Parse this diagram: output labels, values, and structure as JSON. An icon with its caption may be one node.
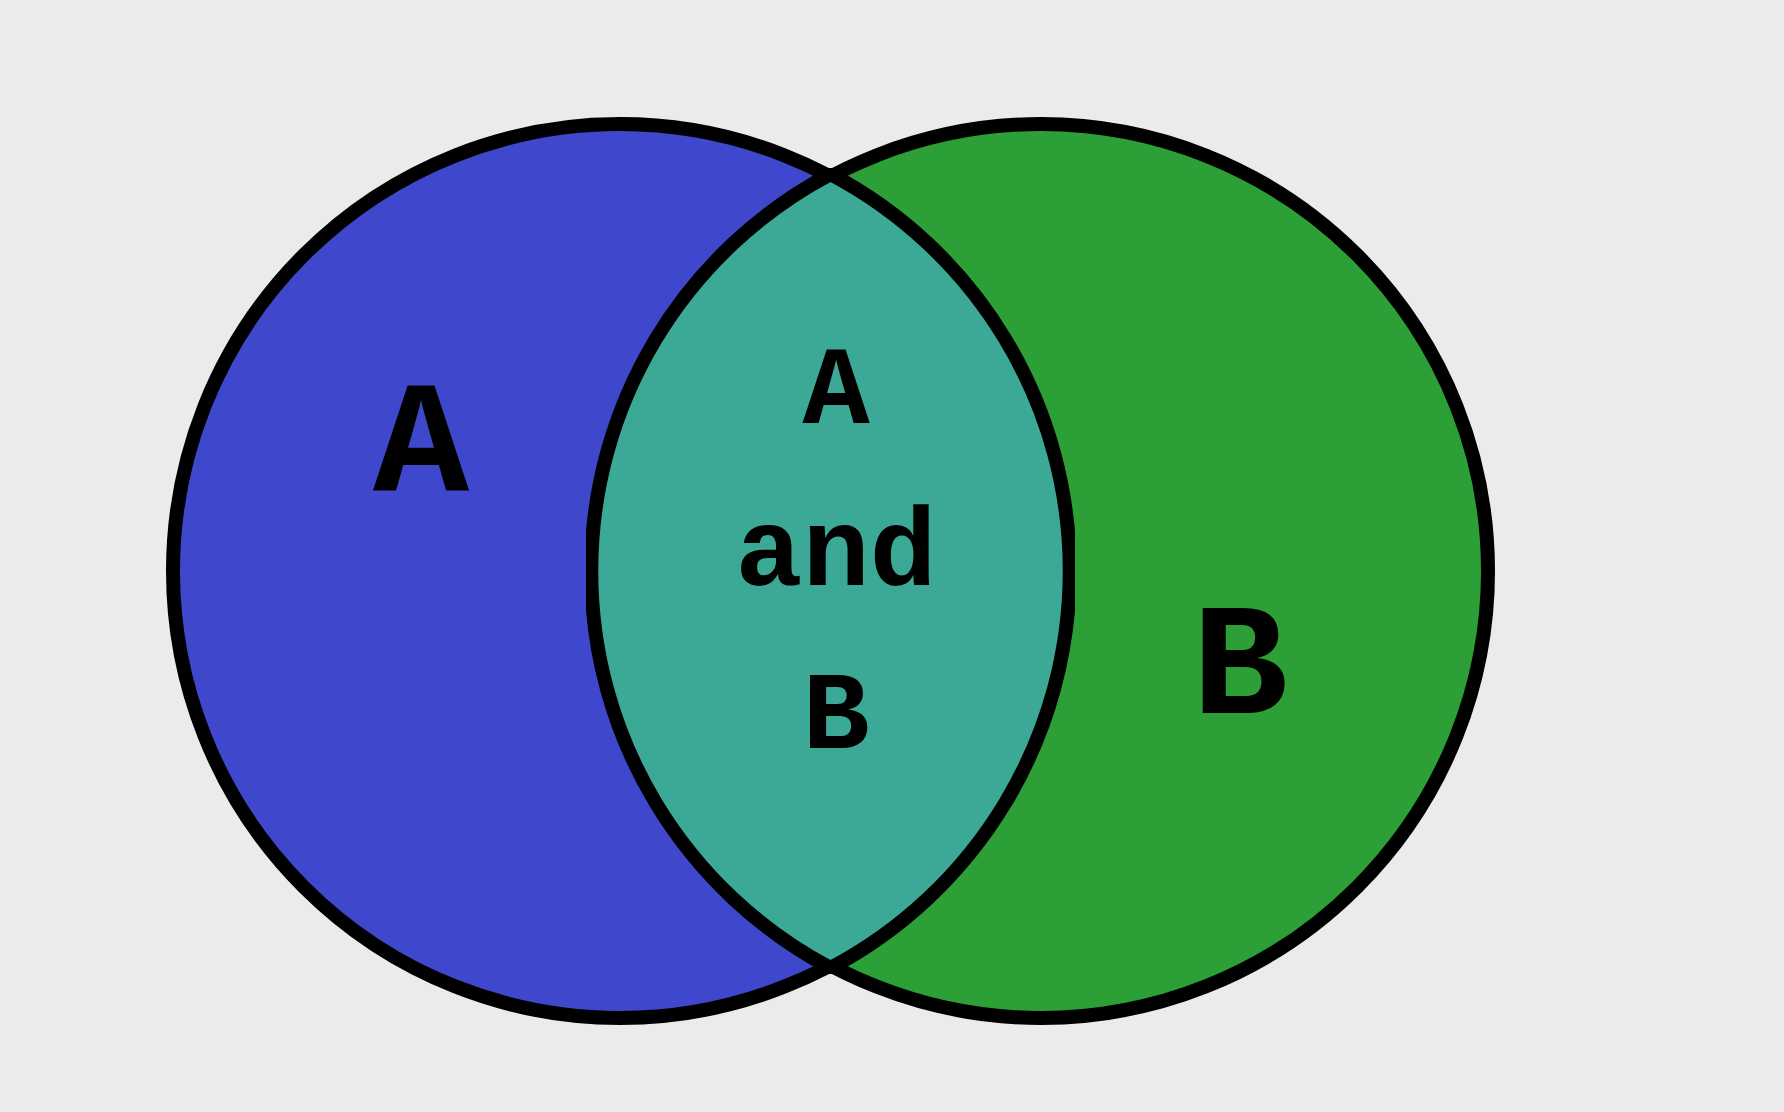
{
  "diagram": {
    "nodes": [
      {
        "text": [
          "A"
        ]
      },
      {
        "text": [
          "B"
        ]
      },
      {
        "text": [
          "A and B"
        ]
      }
    ]
  }
}
